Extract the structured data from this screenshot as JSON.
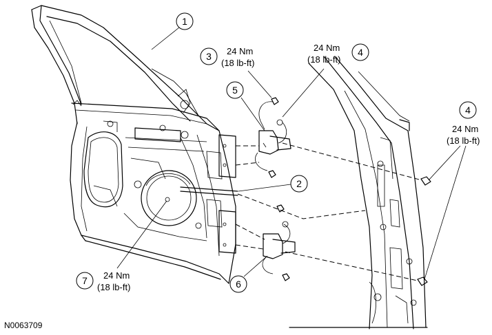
{
  "figure_id": "N0063709",
  "callouts": [
    {
      "num": "1"
    },
    {
      "num": "2"
    },
    {
      "num": "3",
      "torque_nm": "24 Nm",
      "torque_lbft": "(18 lb-ft)"
    },
    {
      "num": "4",
      "torque_nm": "24 Nm",
      "torque_lbft": "(18 lb-ft)"
    },
    {
      "num": "5"
    },
    {
      "num": "4",
      "torque_nm": "24 Nm",
      "torque_lbft": "(18 lb-ft)"
    },
    {
      "num": "6"
    },
    {
      "num": "7",
      "torque_nm": "24 Nm",
      "torque_lbft": "(18 lb-ft)"
    }
  ],
  "colors": {
    "line": "#000000",
    "background": "#ffffff"
  }
}
